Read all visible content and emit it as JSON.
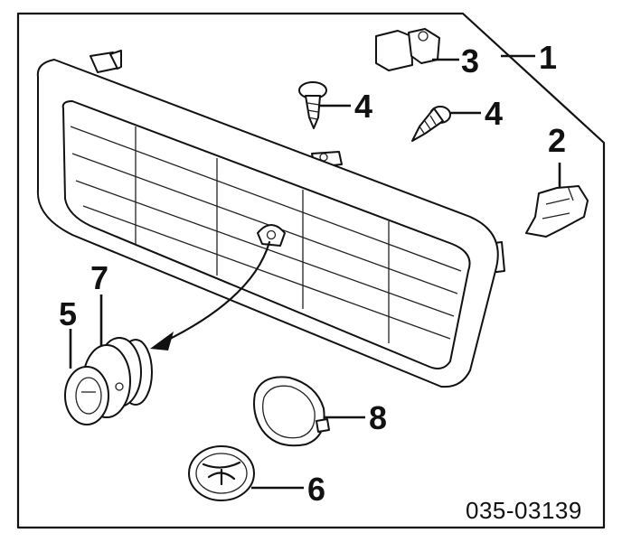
{
  "callouts": {
    "c1": "1",
    "c2": "2",
    "c3": "3",
    "c4a": "4",
    "c4b": "4",
    "c5": "5",
    "c6": "6",
    "c7": "7",
    "c8": "8"
  },
  "part_code": "035-03139",
  "colors": {
    "line": "#111111",
    "background": "#ffffff"
  }
}
